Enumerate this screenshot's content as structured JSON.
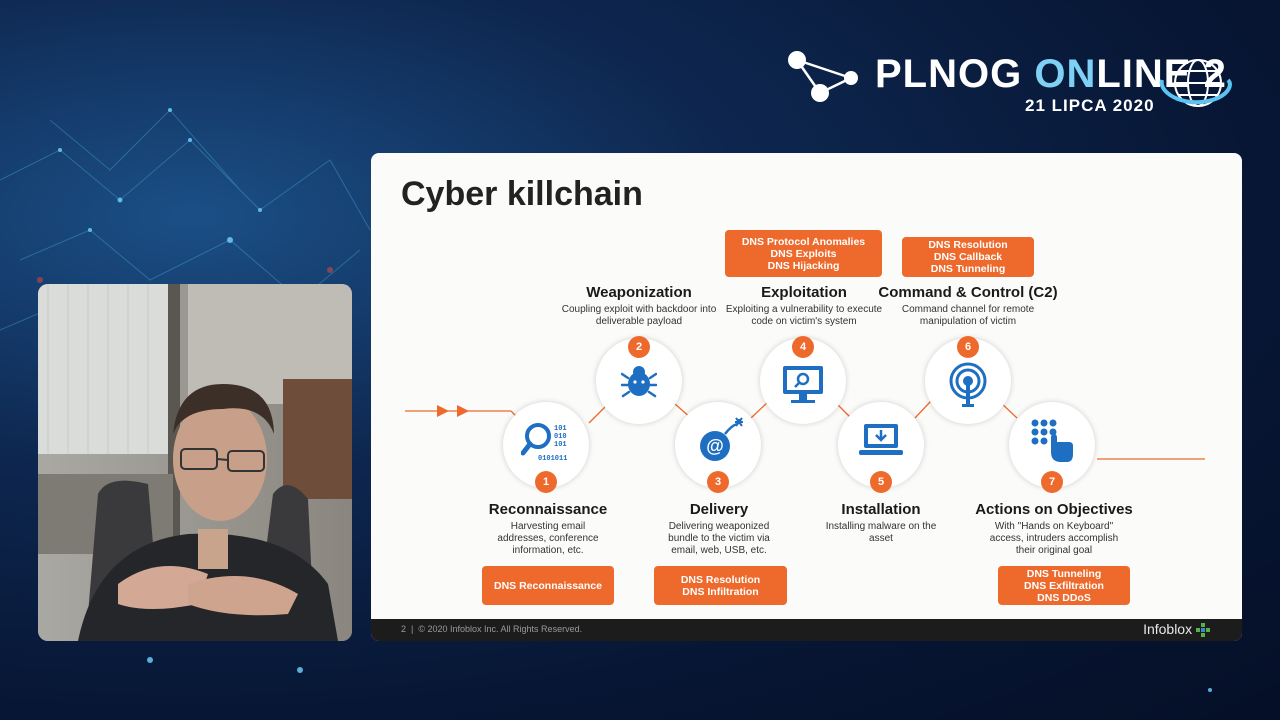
{
  "event": {
    "title_part1": "PLNOG ",
    "title_part2": "ON",
    "title_part3": "LINE 2",
    "date": "21 LIPCA 2020"
  },
  "slide": {
    "title": "Cyber killchain",
    "footer_page": "2",
    "footer_copyright": "© 2020 Infoblox Inc. All Rights Reserved.",
    "footer_logo": "Infoblox",
    "steps": [
      {
        "number": "1",
        "title": "Reconnaissance",
        "description": "Harvesting email addresses, conference information, etc.",
        "icon": "magnifier-binary-icon"
      },
      {
        "number": "2",
        "title": "Weaponization",
        "description": "Coupling exploit with backdoor into deliverable payload",
        "icon": "bug-icon"
      },
      {
        "number": "3",
        "title": "Delivery",
        "description": "Delivering weaponized bundle to the victim via email, web, USB, etc.",
        "icon": "email-bomb-icon"
      },
      {
        "number": "4",
        "title": "Exploitation",
        "description": "Exploiting a vulnerability to execute code on victim's system",
        "icon": "monitor-search-icon"
      },
      {
        "number": "5",
        "title": "Installation",
        "description": "Installing malware on the asset",
        "icon": "laptop-download-icon"
      },
      {
        "number": "6",
        "title": "Command & Control (C2)",
        "description": "Command channel for remote manipulation of victim",
        "icon": "broadcast-antenna-icon"
      },
      {
        "number": "7",
        "title": "Actions on Objectives",
        "description": "With \"Hands on Keyboard\" access, intruders accomplish their original goal",
        "icon": "hand-keypad-icon"
      }
    ],
    "tags": {
      "reconnaissance": [
        "DNS Reconnaissance"
      ],
      "delivery": [
        "DNS Resolution",
        "DNS Infiltration"
      ],
      "exploitation": [
        "DNS Protocol Anomalies",
        "DNS Exploits",
        "DNS Hijacking"
      ],
      "c2": [
        "DNS Resolution",
        "DNS Callback",
        "DNS Tunneling"
      ],
      "actions": [
        "DNS Tunneling",
        "DNS Exfiltration",
        "DNS DDoS"
      ]
    }
  },
  "colors": {
    "accent": "#ee6a2c",
    "icon_blue": "#1e6fc2"
  }
}
